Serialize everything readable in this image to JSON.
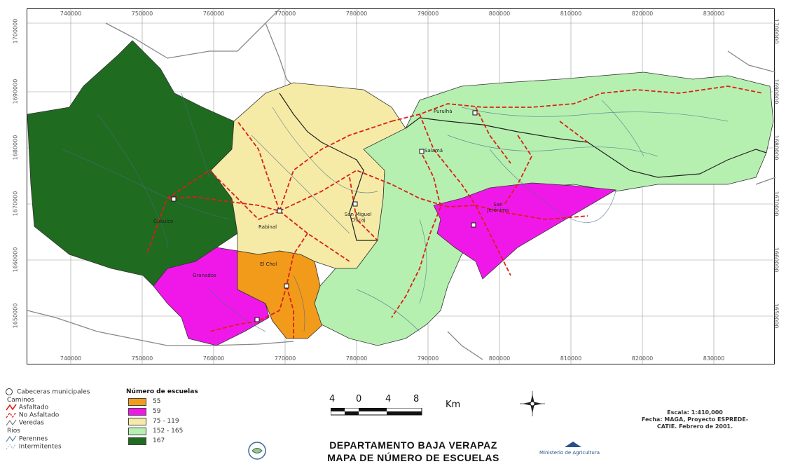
{
  "map": {
    "top_ticks": [
      "740000",
      "750000",
      "760000",
      "770000",
      "780000",
      "790000",
      "800000",
      "810000",
      "820000",
      "830000"
    ],
    "bottom_ticks": [
      "740000",
      "750000",
      "760000",
      "770000",
      "780000",
      "790000",
      "800000",
      "810000",
      "820000",
      "830000"
    ],
    "left_ticks": [
      "1700000",
      "1690000",
      "1680000",
      "1670000",
      "1660000",
      "1650000"
    ],
    "right_ticks": [
      "1700000",
      "1690000",
      "1680000",
      "1670000",
      "1660000",
      "1650000"
    ],
    "municipalities": [
      {
        "name": "Cubulco",
        "class": "167",
        "color": "#1f6b1f"
      },
      {
        "name": "Rabinal",
        "class": "75 - 119",
        "color": "#f5eba6"
      },
      {
        "name": "San Miguel Chicaj",
        "class": "75 - 119",
        "color": "#f5eba6"
      },
      {
        "name": "Granados",
        "class": "59",
        "color": "#f018e8"
      },
      {
        "name": "El Chol",
        "class": "55",
        "color": "#f29a1a"
      },
      {
        "name": "Salamá",
        "class": "152 - 165",
        "color": "#b6f0b0"
      },
      {
        "name": "Purulhá",
        "class": "152 - 165",
        "color": "#b6f0b0"
      },
      {
        "name": "San Jerónimo",
        "class": "59",
        "color": "#f018e8"
      }
    ]
  },
  "legend": {
    "cabeceras": "Cabeceras municipales",
    "caminos_title": "Caminos",
    "asfaltado": "Asfaltado",
    "no_asfaltado": "No Asfaltado",
    "veredas": "Veredas",
    "rios_title": "Rios",
    "perennes": "Perennes",
    "intermitentes": "Intermitentes",
    "num_title": "Número de escuelas",
    "classes": [
      {
        "label": "55",
        "color": "#f29a1a"
      },
      {
        "label": "59",
        "color": "#f018e8"
      },
      {
        "label": "75 - 119",
        "color": "#f5eba6"
      },
      {
        "label": "152 - 165",
        "color": "#b6f0b0"
      },
      {
        "label": "167",
        "color": "#1f6b1f"
      }
    ]
  },
  "scale": {
    "labels": [
      "4",
      "0",
      "4",
      "8"
    ],
    "unit": "Km"
  },
  "info": {
    "escala": "Escala: 1:410,000",
    "fecha": "Fecha: MAGA, Proyecto ESPREDE-",
    "fecha2": "CATIE. Febrero de 2001."
  },
  "title": {
    "line1": "DEPARTAMENTO BAJA VERAPAZ",
    "line2": "MAPA DE NÚMERO DE ESCUELAS"
  },
  "logo_text": "Ministerio de Agricultura"
}
